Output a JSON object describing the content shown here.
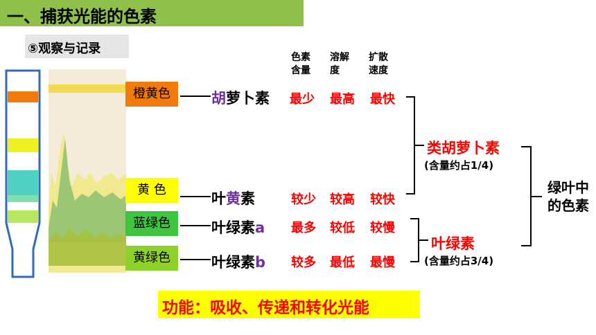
{
  "title": "一、捕获光能的色素",
  "section": "⑤观察与记录",
  "column_headers": {
    "content": [
      "色素",
      "含量"
    ],
    "solubility": [
      "溶解",
      "度"
    ],
    "diffusion": [
      "扩散",
      "速度"
    ]
  },
  "band_labels": [
    {
      "text": "橙黄色",
      "color": "#f07a0a"
    },
    {
      "text": "黄 色",
      "color": "#ffff00"
    },
    {
      "text": "蓝绿色",
      "color": "#3ec43e"
    },
    {
      "text": "黄绿色",
      "color": "#8ed12a"
    }
  ],
  "pigments": [
    {
      "pre": "",
      "hl": "胡",
      "post": "萝卜素",
      "content": "最少",
      "solubility": "最高",
      "diffusion": "最快"
    },
    {
      "pre": "叶",
      "hl": "黄",
      "post": "素",
      "content": "较少",
      "solubility": "较高",
      "diffusion": "较快"
    },
    {
      "pre": "叶绿素",
      "hl": "a",
      "post": "",
      "content": "最多",
      "solubility": "较低",
      "diffusion": "较慢"
    },
    {
      "pre": "叶绿素",
      "hl": "b",
      "post": "",
      "content": "较多",
      "solubility": "最低",
      "diffusion": "最慢"
    }
  ],
  "groups": [
    {
      "name": "类胡萝卜素",
      "note": "(含量约占1/4)"
    },
    {
      "name": "叶绿素",
      "note": "(含量约占3/4)"
    }
  ],
  "overall": [
    "绿叶中",
    "的色素"
  ],
  "function_text": "功能：吸收、传递和转化光能",
  "colors": {
    "title_bar": "#8ec04a",
    "highlight_red": "#ff0000",
    "highlight_purple": "#7030a0",
    "function_bg": "#ffff00"
  }
}
